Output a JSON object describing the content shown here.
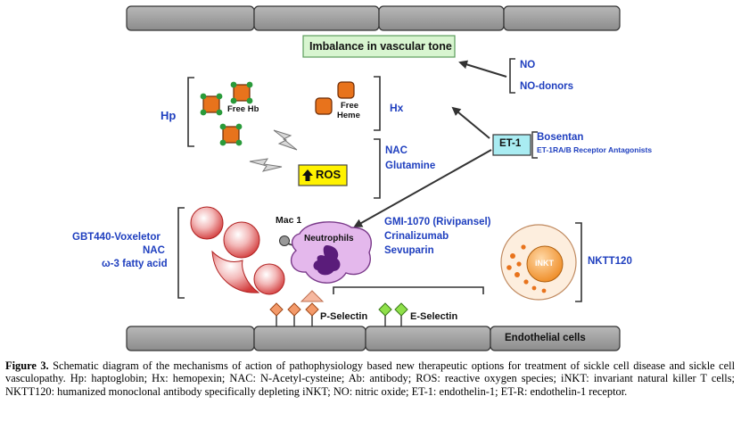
{
  "diagram": {
    "imbalance": "Imbalance in vascular tone",
    "no": "NO",
    "no_donors": "NO-donors",
    "hp": "Hp",
    "free_hb": "Free Hb",
    "free_heme_1": "Free",
    "free_heme_2": "Heme",
    "hx": "Hx",
    "ros": "ROS",
    "nac_top": "NAC",
    "glutamine": "Glutamine",
    "et1": "ET-1",
    "bosentan": "Bosentan",
    "et1ra": "ET-1RA/B Receptor Antagonists",
    "mac1": "Mac 1",
    "neutrophils": "Neutrophils",
    "gbt440": "GBT440-Voxeletor",
    "nac_left": "NAC",
    "omega3": "ω-3 fatty acid",
    "gmi1070": "GMI-1070 (Rivipansel)",
    "crinalizumab": "Crinalizumab",
    "sevuparin": "Sevuparin",
    "inkt": "iNKT",
    "nktt120": "NKTT120",
    "p_selectin": "P-Selectin",
    "e_selectin": "E-Selectin",
    "endothelial": "Endothelial cells"
  },
  "caption": {
    "figure": "Figure 3.",
    "text": " Schematic diagram of the mechanisms of action of pathophysiology based new therapeutic options for treatment of sickle cell disease and sickle cell vasculopathy. Hp: haptoglobin; Hx: hemopexin; NAC: N-Acetyl-cysteine; Ab: antibody; ROS: reactive oxygen species; iNKT: invariant natural killer T cells; NKTT120: humanized monoclonal antibody specifically depleting iNKT; NO: nitric oxide; ET-1: endothelin-1; ET-R: endothelin-1 receptor."
  },
  "colors": {
    "label_blue": "#1f3fbf",
    "hb_orange": "#e8731c",
    "heme_green": "#2a9a3a",
    "ros_yellow": "#fff200",
    "et1_cyan": "#a9ecf2",
    "neutrophil_purple": "#e4b8ec",
    "nucleus_purple": "#5a1c7a",
    "inkt_orange": "#f39a3c",
    "selectin_orange": "#f39a6a",
    "selectin_green": "#8fe04a",
    "endothelial_gray": "#9e9e9e"
  }
}
